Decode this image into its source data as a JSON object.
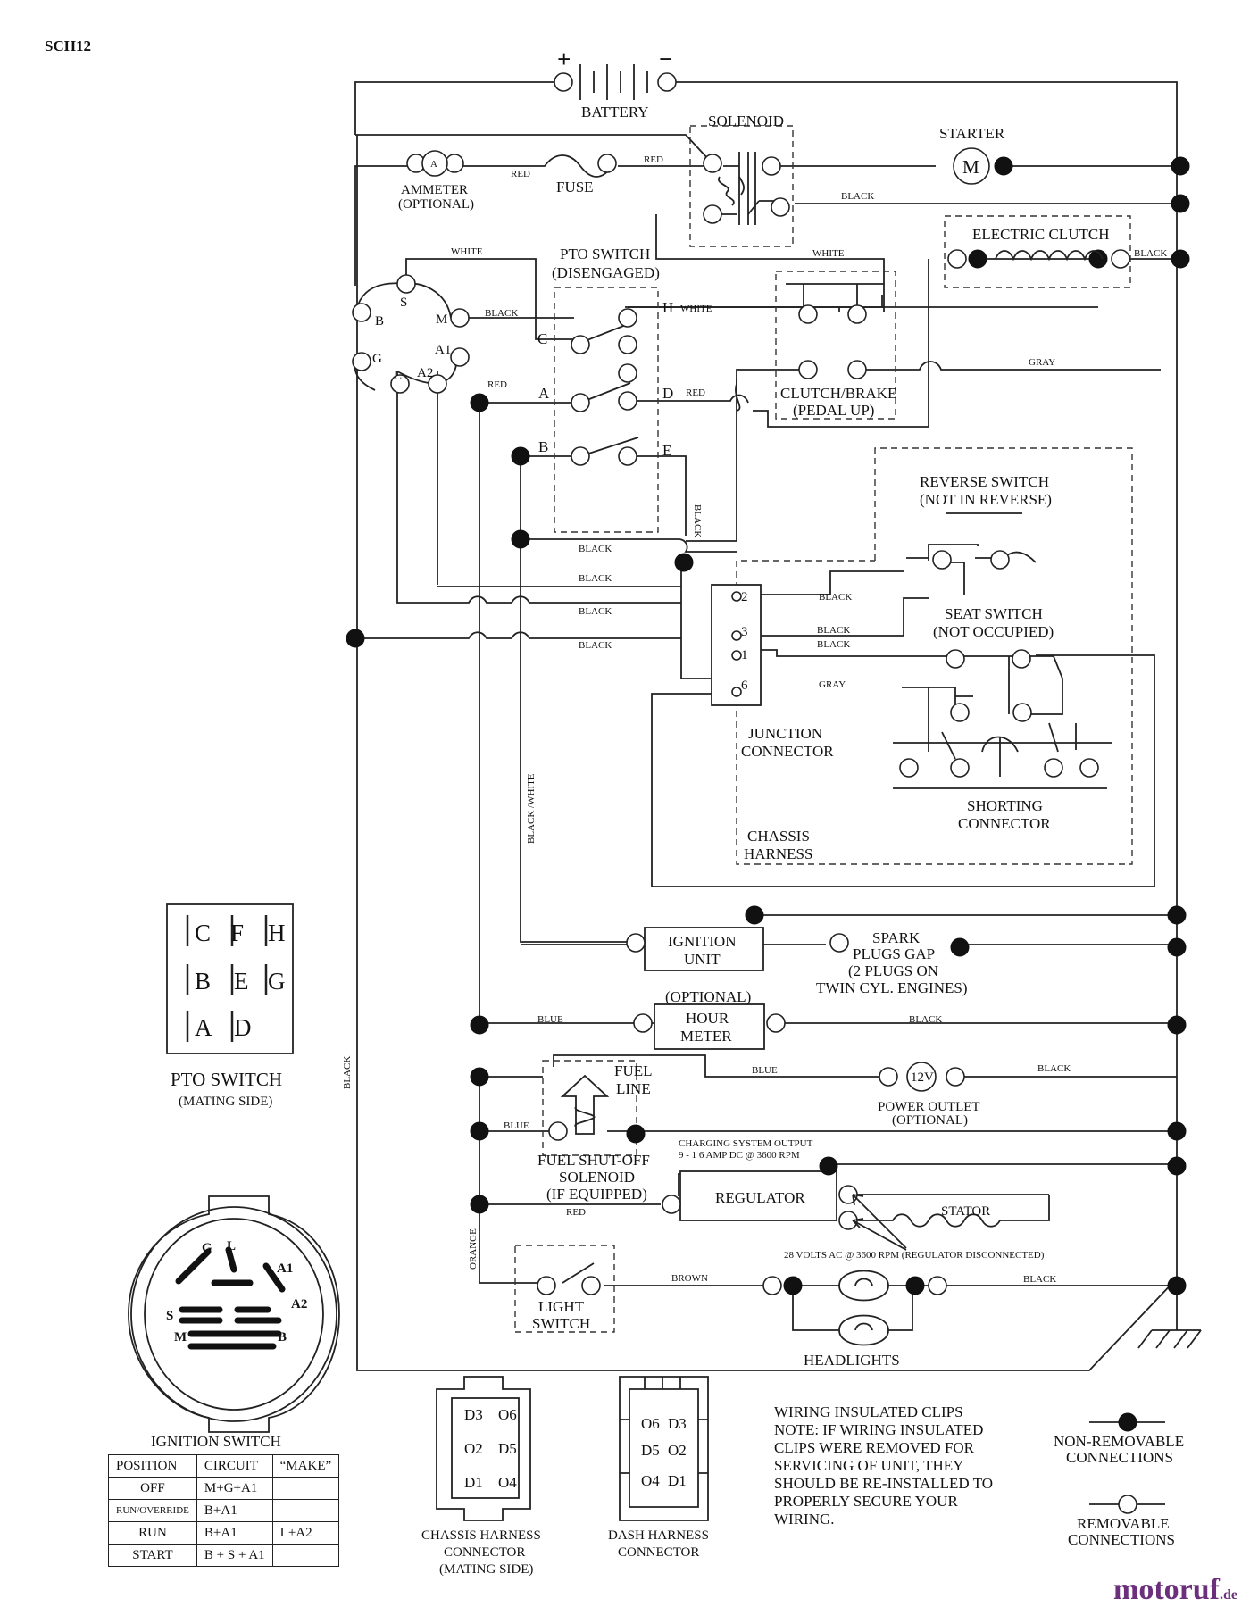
{
  "doc_code": "SCH12",
  "battery": {
    "label": "BATTERY",
    "plus": "+",
    "minus": "−"
  },
  "solenoid": "SOLENOID",
  "starter": {
    "label": "STARTER",
    "symbol": "M"
  },
  "ammeter": {
    "label": "AMMETER",
    "optional": "(OPTIONAL)",
    "symbol": "A"
  },
  "fuse": "FUSE",
  "electric_clutch": "ELECTRIC CLUTCH",
  "pto_switch": {
    "title": "PTO SWITCH",
    "state": "(DISENGAGED)",
    "terminals": [
      "C",
      "H",
      "A",
      "D",
      "B",
      "E"
    ]
  },
  "clutch_brake": {
    "title": "CLUTCH/BRAKE",
    "state": "(PEDAL UP)"
  },
  "ignition_terminals": [
    "S",
    "M",
    "B",
    "A1",
    "G",
    "L",
    "A2"
  ],
  "reverse_switch": {
    "title": "REVERSE SWITCH",
    "state": "(NOT IN REVERSE)"
  },
  "seat_switch": {
    "title": "SEAT SWITCH",
    "state": "(NOT OCCUPIED)"
  },
  "junction_connector": {
    "line1": "JUNCTION",
    "line2": "CONNECTOR",
    "pins": [
      "2",
      "3",
      "1",
      "6"
    ]
  },
  "shorting_connector": {
    "line1": "SHORTING",
    "line2": "CONNECTOR"
  },
  "chassis_harness": {
    "line1": "CHASSIS",
    "line2": "HARNESS"
  },
  "ignition_unit": {
    "line1": "IGNITION",
    "line2": "UNIT"
  },
  "spark_plugs": [
    "SPARK",
    "PLUGS GAP",
    "(2 PLUGS ON",
    "TWIN CYL. ENGINES)"
  ],
  "hour_meter": {
    "optional": "(OPTIONAL)",
    "line1": "HOUR",
    "line2": "METER"
  },
  "fuel_line": {
    "line1": "FUEL",
    "line2": "LINE"
  },
  "fuel_solenoid": [
    "FUEL SHUT-OFF",
    "SOLENOID",
    "(IF EQUIPPED)"
  ],
  "power_outlet": {
    "symbol": "12V",
    "line1": "POWER OUTLET",
    "line2": "(OPTIONAL)"
  },
  "charging_output": [
    "CHARGING SYSTEM OUTPUT",
    "9 - 1 6 AMP DC @ 3600 RPM"
  ],
  "regulator": "REGULATOR",
  "stator": "STATOR",
  "stator_note": "28 VOLTS AC @ 3600 RPM (REGULATOR DISCONNECTED)",
  "light_switch": {
    "line1": "LIGHT",
    "line2": "SWITCH"
  },
  "headlights": "HEADLIGHTS",
  "wire_labels": {
    "red": "RED",
    "black": "BLACK",
    "white": "WHITE",
    "gray": "GRAY",
    "blue": "BLUE",
    "brown": "BROWN",
    "orange": "ORANGE",
    "black_white": "BLACK /WHITE"
  },
  "pto_mating": {
    "title": "PTO SWITCH",
    "subtitle": "(MATING SIDE)",
    "rows": [
      [
        "C",
        "F",
        "H"
      ],
      [
        "B",
        "E",
        "G"
      ],
      [
        "A",
        "D",
        ""
      ]
    ]
  },
  "ignition_switch": {
    "title": "IGNITION SWITCH",
    "face_labels": [
      "G",
      "L",
      "A1",
      "S",
      "A2",
      "M",
      "B"
    ],
    "table": {
      "headers": [
        "POSITION",
        "CIRCUIT",
        "“MAKE”"
      ],
      "rows": [
        [
          "OFF",
          "M+G+A1",
          ""
        ],
        [
          "RUN/OVERRIDE",
          "B+A1",
          ""
        ],
        [
          "RUN",
          "B+A1",
          "L+A2"
        ],
        [
          "START",
          "B + S + A1",
          ""
        ]
      ]
    }
  },
  "chassis_connector": {
    "line1": "CHASSIS HARNESS",
    "line2": "CONNECTOR",
    "line3": "(MATING SIDE)",
    "pins": [
      "D3",
      "O6",
      "O2",
      "D5",
      "D1",
      "O4"
    ]
  },
  "dash_connector": {
    "line1": "DASH HARNESS",
    "line2": "CONNECTOR",
    "pins": [
      "O6",
      "D3",
      "D5",
      "O2",
      "O4",
      "D1"
    ]
  },
  "note": [
    "WIRING INSULATED CLIPS",
    "NOTE:  IF WIRING INSULATED",
    "CLIPS WERE REMOVED FOR",
    "SERVICING OF UNIT, THEY",
    "SHOULD BE RE-INSTALLED TO",
    "PROPERLY SECURE YOUR",
    "WIRING."
  ],
  "legend": {
    "non_removable": [
      "NON-REMOVABLE",
      "CONNECTIONS"
    ],
    "removable": [
      "REMOVABLE",
      "CONNECTIONS"
    ]
  },
  "watermark": {
    "main": "motoruf",
    "suffix": ".de"
  }
}
